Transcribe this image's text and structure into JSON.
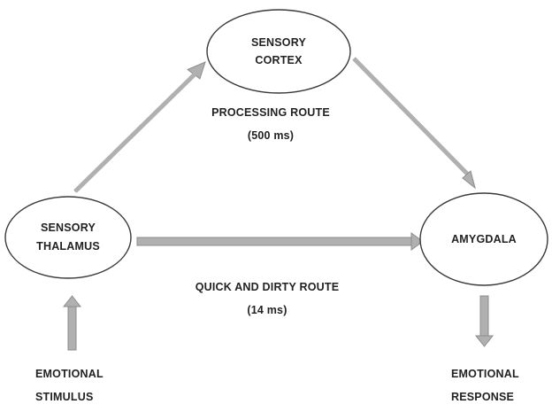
{
  "nodes": {
    "cortex": {
      "line1": "SENSORY",
      "line2": "CORTEX"
    },
    "thalamus": {
      "line1": "SENSORY",
      "line2": "THALAMUS"
    },
    "amygdala": {
      "label": "AMYGDALA"
    }
  },
  "routes": {
    "processing": {
      "line1": "PROCESSING ROUTE",
      "line2": "(500 ms)"
    },
    "quick": {
      "line1": "QUICK AND DIRTY ROUTE",
      "line2": "(14 ms)"
    }
  },
  "input": {
    "line1": "EMOTIONAL",
    "line2": "STIMULUS"
  },
  "output": {
    "line1": "EMOTIONAL",
    "line2": "RESPONSE"
  },
  "colors": {
    "arrow_fill": "#b0b0b0",
    "arrow_edge": "#8c8c8c",
    "ellipse_stroke": "#3a3a3a",
    "text": "#222222"
  }
}
